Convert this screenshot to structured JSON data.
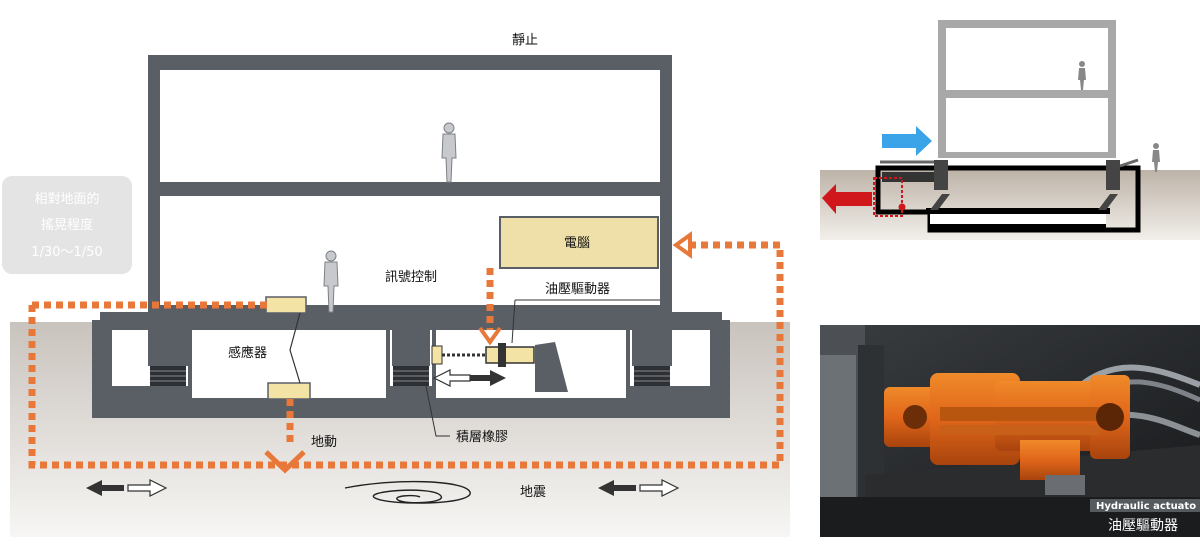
{
  "main": {
    "label_still": "靜止",
    "relative_sway": [
      "相對地面的",
      "搖晃程度",
      "1/30～1/50"
    ],
    "label_signal": "訊號控制",
    "label_computer": "電腦",
    "label_actuator": "油壓驅動器",
    "label_sensor": "感應器",
    "label_ground_motion": "地動",
    "label_rubber": "積層橡膠",
    "label_earthquake": "地震"
  },
  "photo": {
    "caption_en": "Hydraulic actuato",
    "caption_zh": "油壓驅動器"
  },
  "colors": {
    "orange": "#E8773A",
    "frame_gray": "#5a5f66",
    "computer_fill": "#EEE0A8",
    "sensor_fill": "#F3E3A4",
    "blue_arrow": "#3BA4E8",
    "red_arrow": "#D0171B"
  }
}
